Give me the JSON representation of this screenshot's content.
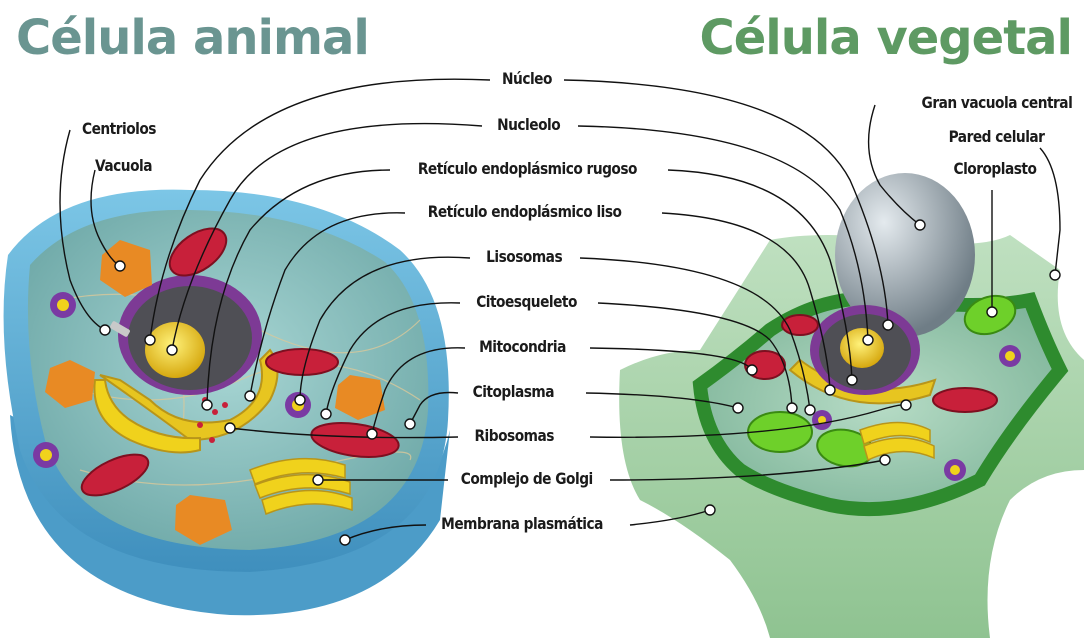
{
  "titles": {
    "animal": "Célula animal",
    "vegetal": "Célula vegetal"
  },
  "labels": {
    "nucleo": "Núcleo",
    "nucleolo": "Nucleolo",
    "rer": "Retículo endoplásmico rugoso",
    "rel": "Retículo endoplásmico liso",
    "lisosomas": "Lisosomas",
    "citoesqueleto": "Citoesqueleto",
    "mitocondria": "Mitocondria",
    "citoplasma": "Citoplasma",
    "ribosomas": "Ribosomas",
    "golgi": "Complejo de Golgi",
    "membrana": "Membrana plasmática",
    "centriolos": "Centriolos",
    "vacuola": "Vacuola",
    "gran_vacuola": "Gran vacuola central",
    "pared": "Pared celular",
    "cloroplasto": "Cloroplasto"
  },
  "colors": {
    "title_animal": "#6a9591",
    "title_vegetal": "#5e9a63",
    "animal_membrane": "#5fb4d8",
    "animal_cytoplasm": "#8fc7c7",
    "cell_wall": "#3a9a3a",
    "nucleus": "#f0d21c",
    "mitochondria": "#c8203a",
    "chloroplast": "#6ed02a",
    "vacuole": "#9aa7ad"
  }
}
